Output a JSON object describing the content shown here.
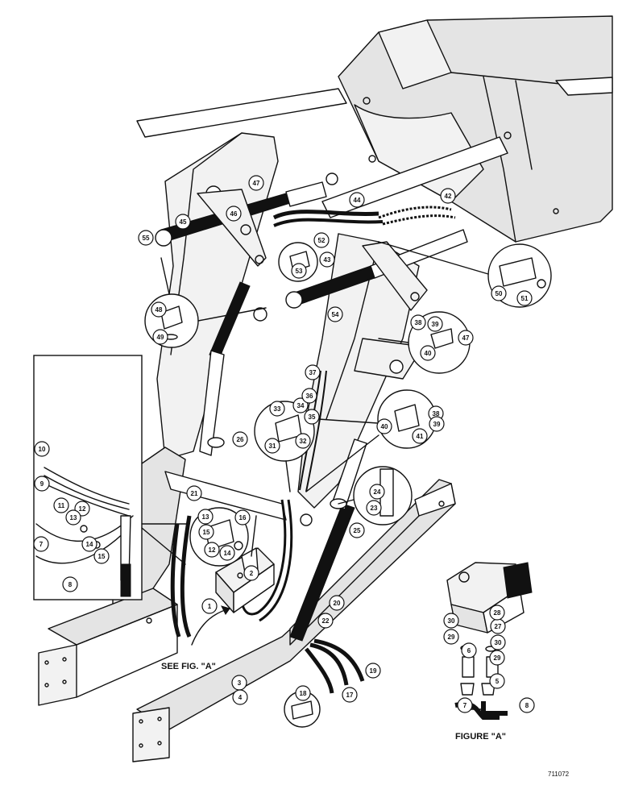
{
  "diagram": {
    "captions": {
      "see_fig": "SEE FIG. \"A\"",
      "figure_a": "FIGURE \"A\"",
      "drawing_number": "711072"
    },
    "callouts": [
      {
        "n": "1"
      },
      {
        "n": "2"
      },
      {
        "n": "3"
      },
      {
        "n": "4"
      },
      {
        "n": "5"
      },
      {
        "n": "6"
      },
      {
        "n": "7"
      },
      {
        "n": "8"
      },
      {
        "n": "7"
      },
      {
        "n": "8"
      },
      {
        "n": "9"
      },
      {
        "n": "10"
      },
      {
        "n": "11"
      },
      {
        "n": "12"
      },
      {
        "n": "13"
      },
      {
        "n": "14"
      },
      {
        "n": "15"
      },
      {
        "n": "13"
      },
      {
        "n": "12"
      },
      {
        "n": "14"
      },
      {
        "n": "15"
      },
      {
        "n": "16"
      },
      {
        "n": "17"
      },
      {
        "n": "18"
      },
      {
        "n": "19"
      },
      {
        "n": "20"
      },
      {
        "n": "21"
      },
      {
        "n": "22"
      },
      {
        "n": "23"
      },
      {
        "n": "24"
      },
      {
        "n": "25"
      },
      {
        "n": "26"
      },
      {
        "n": "27"
      },
      {
        "n": "28"
      },
      {
        "n": "29"
      },
      {
        "n": "30"
      },
      {
        "n": "29"
      },
      {
        "n": "30"
      },
      {
        "n": "31"
      },
      {
        "n": "32"
      },
      {
        "n": "33"
      },
      {
        "n": "34"
      },
      {
        "n": "35"
      },
      {
        "n": "36"
      },
      {
        "n": "37"
      },
      {
        "n": "38"
      },
      {
        "n": "39"
      },
      {
        "n": "40"
      },
      {
        "n": "41"
      },
      {
        "n": "38"
      },
      {
        "n": "39"
      },
      {
        "n": "40"
      },
      {
        "n": "47"
      },
      {
        "n": "42"
      },
      {
        "n": "43"
      },
      {
        "n": "44"
      },
      {
        "n": "45"
      },
      {
        "n": "46"
      },
      {
        "n": "47"
      },
      {
        "n": "48"
      },
      {
        "n": "49"
      },
      {
        "n": "50"
      },
      {
        "n": "51"
      },
      {
        "n": "52"
      },
      {
        "n": "53"
      },
      {
        "n": "54"
      },
      {
        "n": "55"
      }
    ]
  }
}
